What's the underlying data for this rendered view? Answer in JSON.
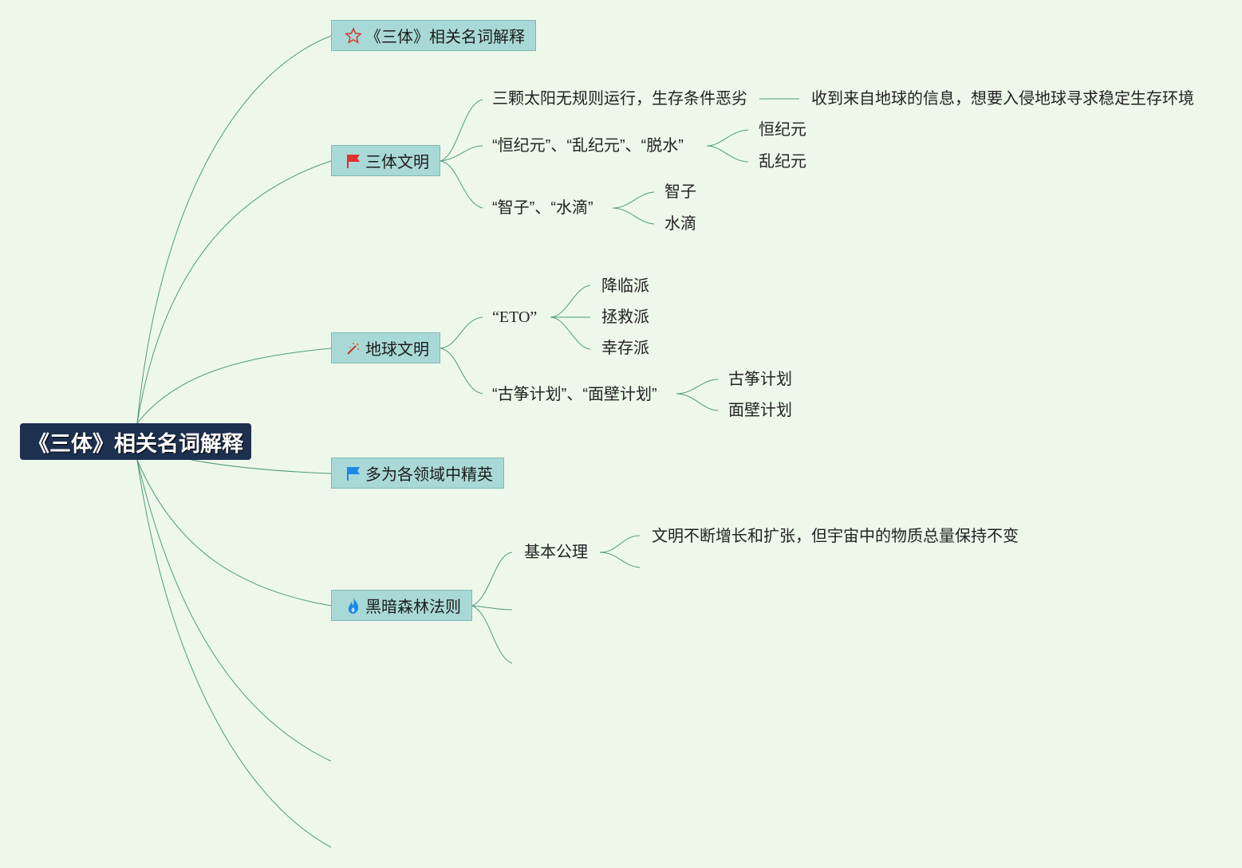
{
  "root": {
    "label": "《三体》相关名词解释"
  },
  "topics": {
    "t1": {
      "label": "《三体》相关名词解释",
      "icon": "star-outline-icon"
    },
    "t2": {
      "label": "三体文明",
      "icon": "red-flag-icon",
      "children": {
        "c1": {
          "label": "三颗太阳无规则运行，生存条件恶劣",
          "child": "收到来自地球的信息，想要入侵地球寻求稳定生存环境"
        },
        "c2": {
          "label": "“恒纪元”、“乱纪元”、“脱水”",
          "children": [
            "恒纪元",
            "乱纪元"
          ]
        },
        "c3": {
          "label": "“智子”、“水滴”",
          "children": [
            "智子",
            "水滴"
          ]
        }
      }
    },
    "t3": {
      "label": "地球文明",
      "icon": "sparkle-wand-icon",
      "children": {
        "c1": {
          "label": "“ETO”",
          "children": [
            "降临派",
            "拯救派",
            "幸存派"
          ]
        },
        "c2": {
          "label": "“古筝计划”、“面壁计划”",
          "children": [
            "古筝计划",
            "面壁计划"
          ]
        }
      }
    },
    "t4": {
      "label": "多为各领域中精英",
      "icon": "blue-flag-icon"
    },
    "t5": {
      "label": "黑暗森林法则",
      "icon": "flame-icon",
      "children": {
        "c1": {
          "label": "基本公理",
          "children": [
            "文明不断增长和扩张，但宇宙中的物质总量保持不变",
            ""
          ]
        }
      }
    }
  },
  "colors": {
    "background": "#eef8ea",
    "root": "#1e3050",
    "topic": "#a9d9d7",
    "line": "#4f9a7a"
  }
}
